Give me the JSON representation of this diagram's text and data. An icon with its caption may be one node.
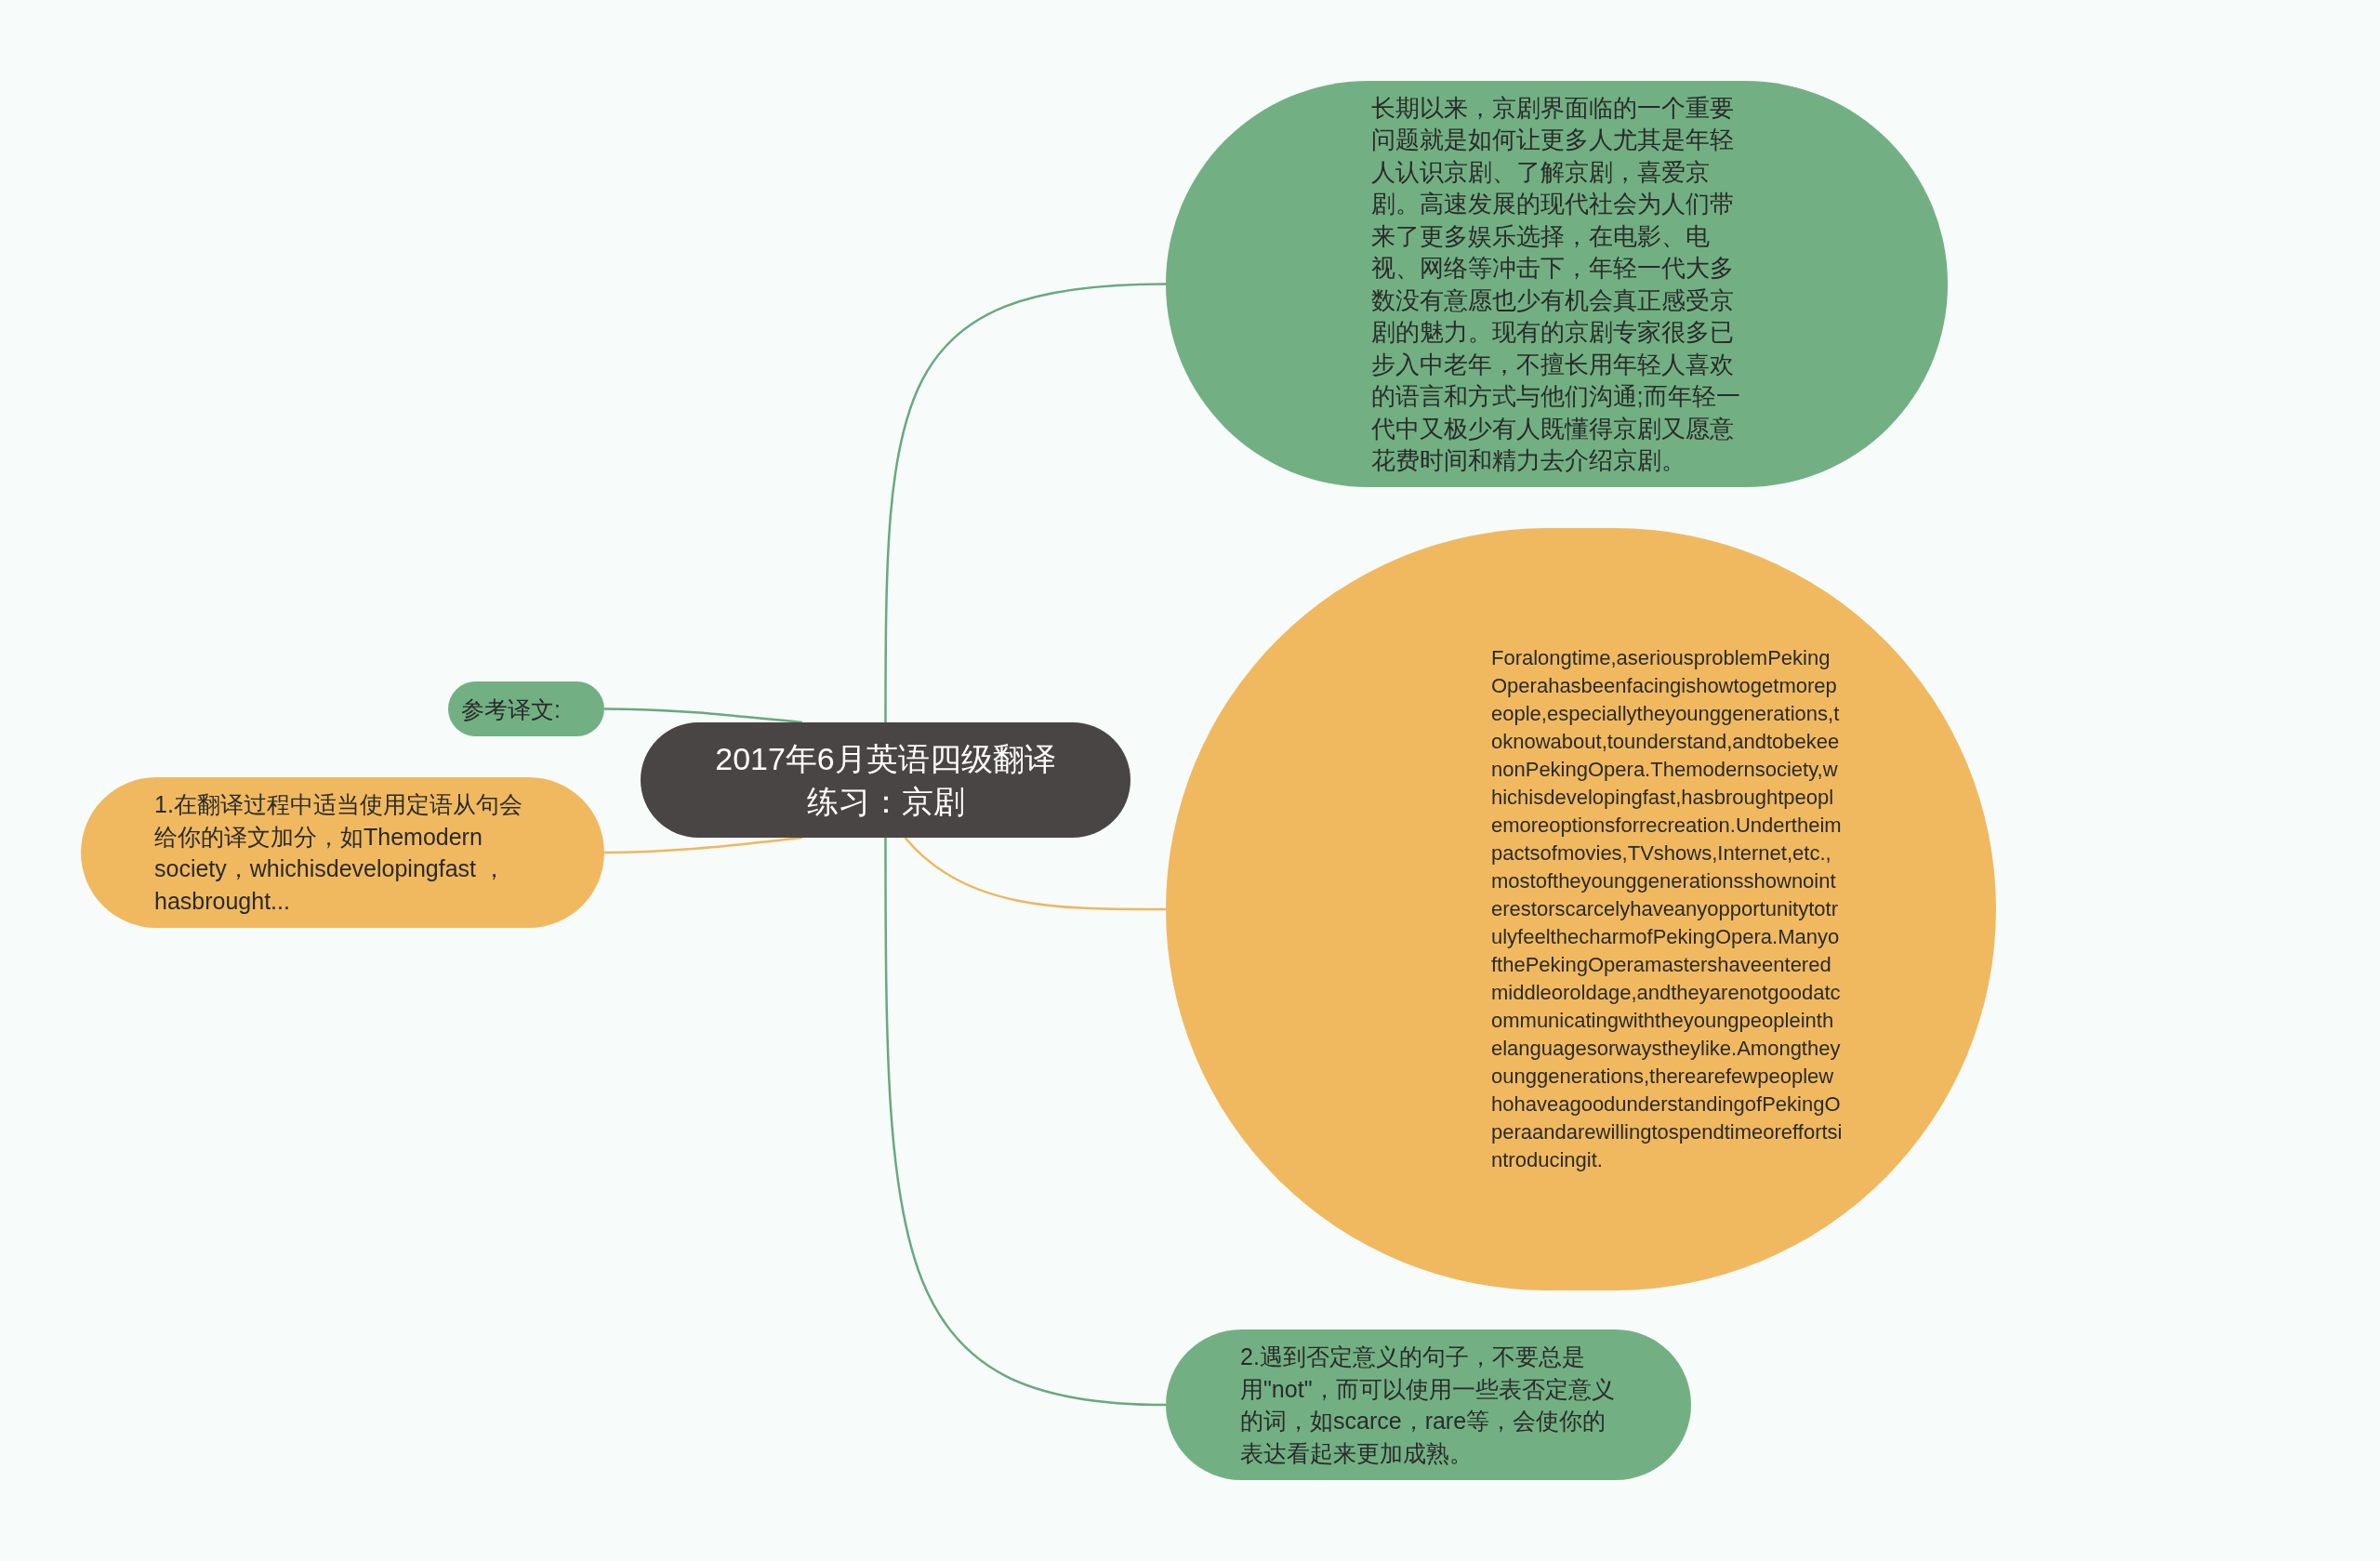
{
  "diagram": {
    "nodes": [
      {
        "text": [
          "2017年6月英语四级翻译练习：京剧"
        ]
      },
      {
        "text": [
          "参考译文:"
        ]
      },
      {
        "text": [
          "1.在翻译过程中适当使用定语从句会给你的译文加分，如Themodern society，whichisdevelopingfast ，hasbrought..."
        ]
      },
      {
        "text": [
          "长期以来，京剧界面临的一个重要问题就是如何让更多人尤其是年轻人认识京剧、了解京剧，喜爱京剧。高速发展的现代社会为人们带来了更多娱乐选择，在电影、电视、网络等冲击下，年轻一代大多数没有意愿也少有机会真正感受京剧的魅力。现有的京剧专家很多已步入中老年，不擅长用年轻人喜欢的语言和方式与他们沟通;而年轻一代中又极少有人既懂得京剧又愿意花费时间和精力去介绍京剧。"
        ]
      },
      {
        "text": [
          "Foralongtime,aseriousproblemPekingOperahasbeenfacingishowtogetmorepeople,especiallytheyounggenerations,toknowabout,tounderstand,andtobekeenonPekingOpera.Themodernsociety,whichisdevelopingfast,hasbroughtpeoplemoreoptionsforrecreation.Undertheimpactsofmovies,TVshows,Internet,etc.,mostoftheyounggenerationsshownointerestorscarcelyhaveanyopportunitytotrulyfeelthecharmofPekingOpera.ManyofthePekingOperamastershaveenteredmiddleoroldage,andtheyarenotgoodatcommunicatingwiththeyoungpeopleinthelanguagesorwaystheylike.Amongtheyounggenerations,therearefewpeoplewhohaveagoodunderstandingofPekingOperaandarewillingtospendtimeoreffortsintroducingit."
        ]
      },
      {
        "text": [
          "2.遇到否定意义的句子，不要总是用\"not\"，而可以使用一些表否定意义的词，如scarce，rare等，会使你的表达看起来更加成熟。"
        ]
      }
    ],
    "edges": [
      {
        "from": 0,
        "to": 1,
        "arrow": "none"
      },
      {
        "from": 0,
        "to": 2,
        "arrow": "none",
        "color": "#efb75e"
      },
      {
        "from": 0,
        "to": 3,
        "arrow": "none"
      },
      {
        "from": 0,
        "to": 4,
        "arrow": "none",
        "color": "#efb75e"
      },
      {
        "from": 0,
        "to": 5,
        "arrow": "none"
      }
    ]
  }
}
